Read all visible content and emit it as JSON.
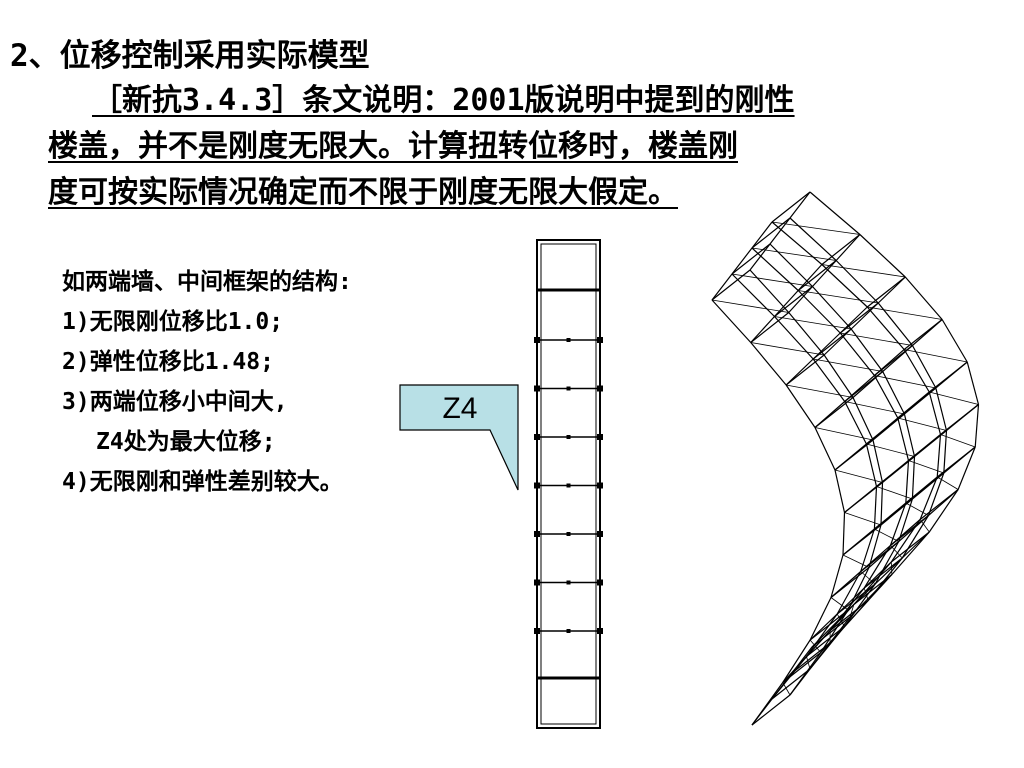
{
  "title": "2、位移控制采用实际模型",
  "paragraph": {
    "lines": [
      "［新抗3.4.3］条文说明：2001版说明中提到的刚性",
      "楼盖，并不是刚度无限大。计算扭转位移时，楼盖刚",
      "度可按实际情况确定而不限于刚度无限大假定。"
    ]
  },
  "list": {
    "intro": "如两端墙、中间框架的结构:",
    "items": [
      "1)无限刚位移比1.0;",
      "2)弹性位移比1.48;",
      "3)两端位移小中间大,",
      "Z4处为最大位移;",
      "4)无限刚和弹性差别较大。"
    ]
  },
  "callout": {
    "label": "Z4",
    "fill": "#b8e0e6"
  }
}
